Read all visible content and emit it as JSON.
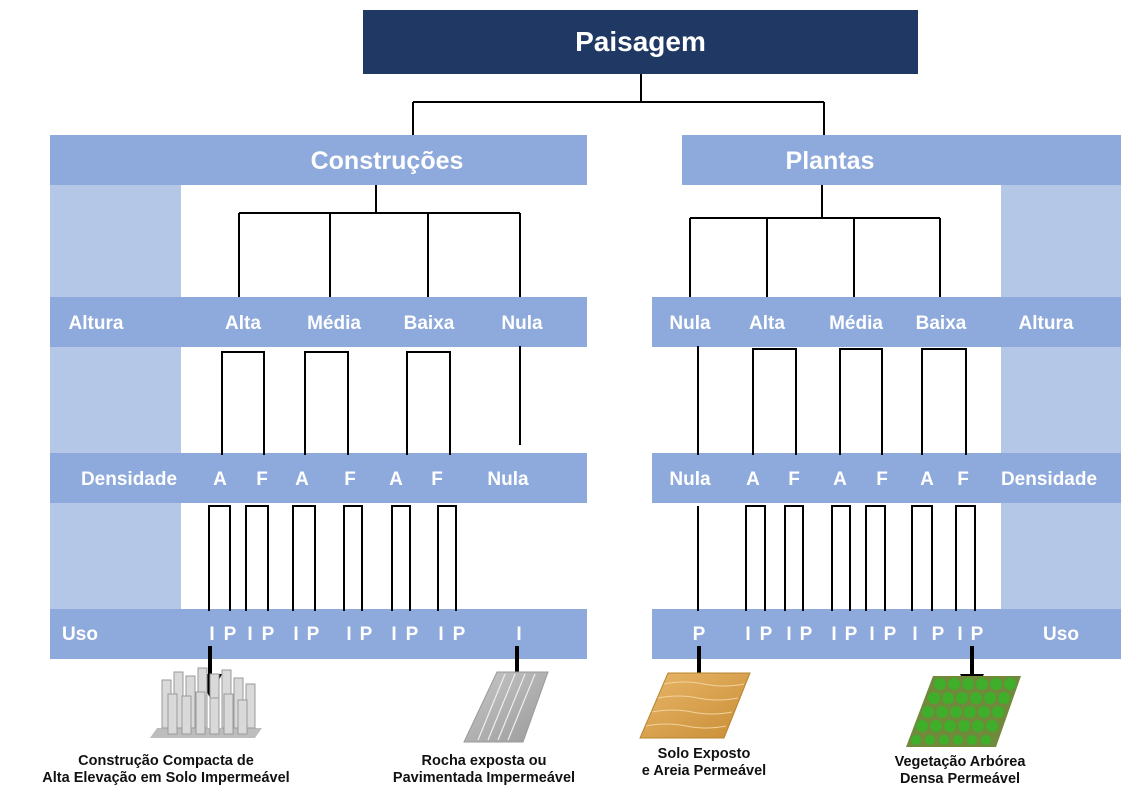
{
  "title": "Paisagem",
  "colors": {
    "header": "#1f3864",
    "band": "#8ea9db",
    "panel": "#b4c7e7",
    "line": "#000000",
    "caption": "#111111"
  },
  "left_group": {
    "title": "Construções",
    "altura_label": "Altura",
    "altura_values": [
      "Alta",
      "Média",
      "Baixa",
      "Nula"
    ],
    "densidade_label": "Densidade",
    "densidade_values": [
      "A",
      "F",
      "A",
      "F",
      "A",
      "F",
      "Nula"
    ],
    "uso_label": "Uso",
    "uso_values": [
      "I",
      "P",
      "I",
      "P",
      "I",
      "P",
      "I",
      "P",
      "I",
      "P",
      "I",
      "P",
      "I"
    ],
    "examples": [
      {
        "icon": "compact-buildings-icon",
        "caption_lines": [
          "Construção Compacta de",
          "Alta  Elevação em Solo Impermeável"
        ]
      },
      {
        "icon": "paved-rock-icon",
        "caption_lines": [
          "Rocha exposta ou",
          "Pavimentada Impermeável"
        ]
      }
    ]
  },
  "right_group": {
    "title": "Plantas",
    "altura_label": "Altura",
    "altura_values": [
      "Nula",
      "Alta",
      "Média",
      "Baixa"
    ],
    "densidade_label": "Densidade",
    "densidade_values": [
      "Nula",
      "A",
      "F",
      "A",
      "F",
      "A",
      "F"
    ],
    "uso_label": "Uso",
    "uso_values": [
      "P",
      "I",
      "P",
      "I",
      "P",
      "I",
      "P",
      "I",
      "P",
      "I",
      "P",
      "I",
      "P"
    ],
    "examples": [
      {
        "icon": "sand-soil-icon",
        "caption_lines": [
          "Solo Exposto",
          "e Areia Permeável"
        ]
      },
      {
        "icon": "dense-trees-icon",
        "caption_lines": [
          "Vegetação Arbórea",
          "Densa Permeável"
        ]
      }
    ]
  }
}
